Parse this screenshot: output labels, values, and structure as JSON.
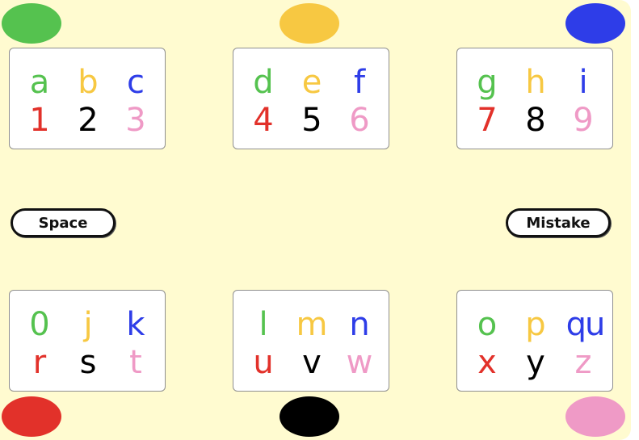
{
  "colors": {
    "background": "#fffbd0",
    "green": "#55c24f",
    "yellow": "#f7c842",
    "blue": "#2e3de8",
    "red": "#e2312a",
    "black": "#000000",
    "pink": "#ef9ac6"
  },
  "dots": [
    "green",
    "yellow",
    "blue",
    "red",
    "black",
    "pink"
  ],
  "cards": [
    {
      "letters": [
        "a",
        "b",
        "c"
      ],
      "digits": [
        "1",
        "2",
        "3"
      ]
    },
    {
      "letters": [
        "d",
        "e",
        "f"
      ],
      "digits": [
        "4",
        "5",
        "6"
      ]
    },
    {
      "letters": [
        "g",
        "h",
        "i"
      ],
      "digits": [
        "7",
        "8",
        "9"
      ]
    },
    {
      "letters": [
        "0",
        "j",
        "k"
      ],
      "digits": [
        "r",
        "s",
        "t"
      ]
    },
    {
      "letters": [
        "l",
        "m",
        "n"
      ],
      "digits": [
        "u",
        "v",
        "w"
      ]
    },
    {
      "letters": [
        "o",
        "p",
        "qu"
      ],
      "digits": [
        "x",
        "y",
        "z"
      ]
    }
  ],
  "buttons": {
    "space": "Space",
    "mistake": "Mistake"
  }
}
